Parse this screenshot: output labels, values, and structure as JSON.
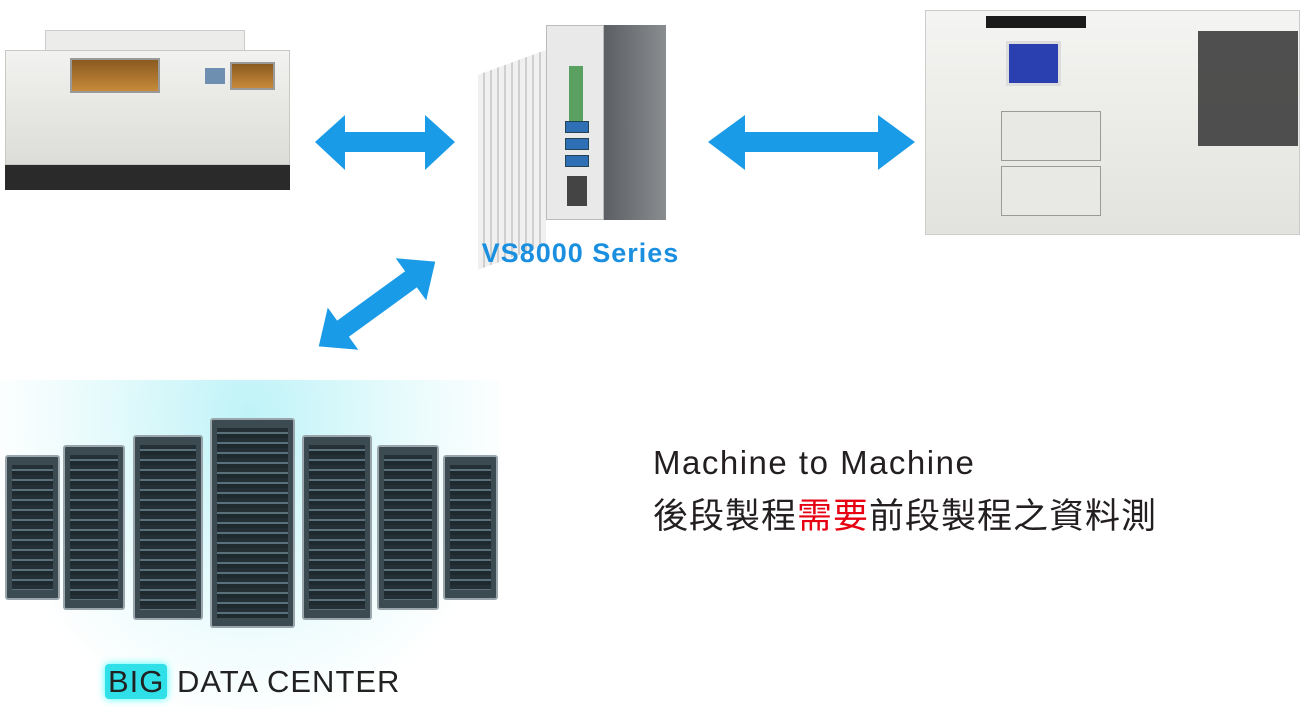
{
  "device_label": "VS8000 Series",
  "data_center": {
    "highlight": "BIG",
    "rest": " DATA CENTER"
  },
  "caption": {
    "title": "Machine to Machine",
    "line2_part1": "後段製程",
    "line2_highlight": "需要",
    "line2_part2": "前段製程之資料測"
  },
  "colors": {
    "arrow": "#1a9be8",
    "label": "#1a8fe0",
    "highlight": "#e60012",
    "bdc_highlight": "#2fe0e8"
  }
}
